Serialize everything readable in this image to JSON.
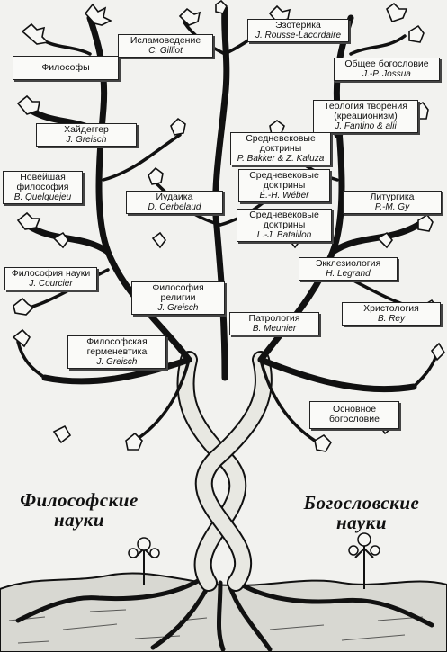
{
  "colors": {
    "ink": "#111111",
    "paper": "#f2f2ef",
    "box": "#fafaf8"
  },
  "groups": {
    "left": "Философские науки",
    "left_l1": "Философские",
    "left_l2": "науки",
    "right_l1": "Богословские",
    "right_l2": "науки"
  },
  "labels": {
    "esoterika": {
      "t": "Эзотерика",
      "a": "J. Rousse-Lacordaire"
    },
    "islam": {
      "t": "Исламоведение",
      "a": "C. Gilliot"
    },
    "filosofy": {
      "t": "Философы"
    },
    "obshchee": {
      "t": "Общее богословие",
      "a": "J.-P. Jossua"
    },
    "teologiya": {
      "t": "Теология творения (креационизм)",
      "a": "J. Fantino & alii"
    },
    "heidegger": {
      "t": "Хайдеггер",
      "a": "J. Greisch"
    },
    "sred1": {
      "t": "Средневековые доктрины",
      "a": "P. Bakker & Z. Kaluza"
    },
    "noveyshaya": {
      "t": "Новейшая философия",
      "a": "B. Quelquejeu"
    },
    "sred2": {
      "t": "Средневековые доктрины",
      "a": "É.-H. Wéber"
    },
    "iudaika": {
      "t": "Иудаика",
      "a": "D. Cerbelaud"
    },
    "liturgika": {
      "t": "Литургика",
      "a": "P.-M. Gy"
    },
    "sred3": {
      "t": "Средневековые доктрины",
      "a": "L.-J. Bataillon"
    },
    "ekkleziologiya": {
      "t": "Экклезиология",
      "a": "H. Legrand"
    },
    "filnauki": {
      "t": "Философия науки",
      "a": "J. Courcier"
    },
    "filreligii": {
      "t": "Философия религии",
      "a": "J. Greisch"
    },
    "hristologiya": {
      "t": "Христология",
      "a": "B. Rey"
    },
    "patrologiya": {
      "t": "Патрология",
      "a": "B. Meunier"
    },
    "germenevtika": {
      "t": "Философская герменевтика",
      "a": "J. Greisch"
    },
    "osnovnoe": {
      "t": "Основное богословие"
    }
  }
}
